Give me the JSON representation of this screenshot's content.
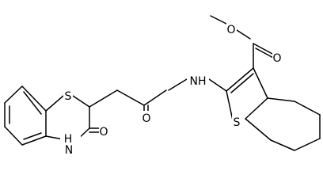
{
  "atom_labels": {
    "ring_s": "S",
    "thiophene_s": "S",
    "ring_nh": "H",
    "ring_n": "N",
    "ketone_o": "O",
    "amide_o": "O",
    "amide_nh": "NH",
    "ester_o_carbonyl": "O",
    "ester_o_methoxy": "O"
  }
}
